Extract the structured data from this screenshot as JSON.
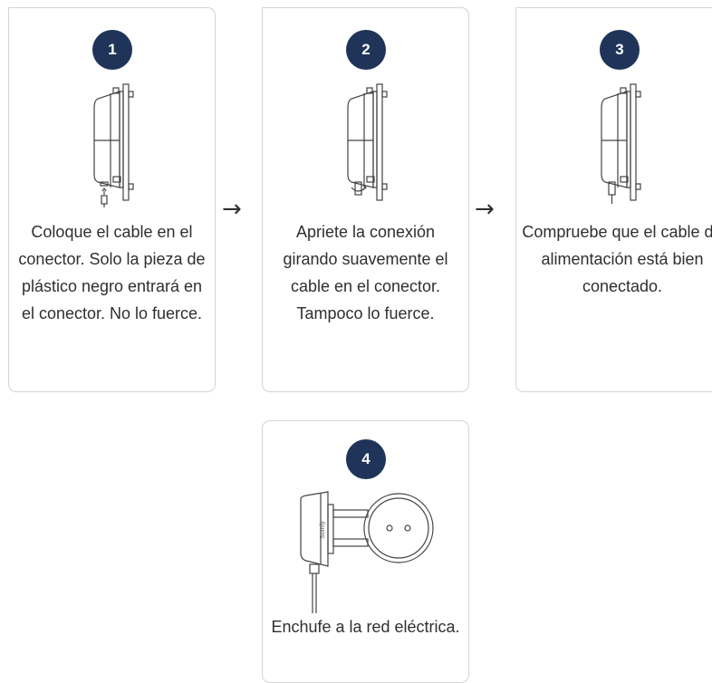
{
  "steps": [
    {
      "number": "1",
      "text": "Coloque el cable en el conector. Solo la pieza de plástico negro entrará en el conector. No lo fuerce."
    },
    {
      "number": "2",
      "text": "Apriete la conexión girando suavemente el cable en el conector. Tampoco lo fuerce."
    },
    {
      "number": "3",
      "text": "Compruebe que el cable de alimentación está bien conectado."
    },
    {
      "number": "4",
      "text": "Enchufe a la red eléctrica."
    }
  ],
  "arrow_glyph": "→",
  "adapter_brand": "Somfy",
  "colors": {
    "badge": "#1f3458",
    "border": "#d4d4d4",
    "text": "#2f2f2f",
    "line_art": "#444444"
  }
}
